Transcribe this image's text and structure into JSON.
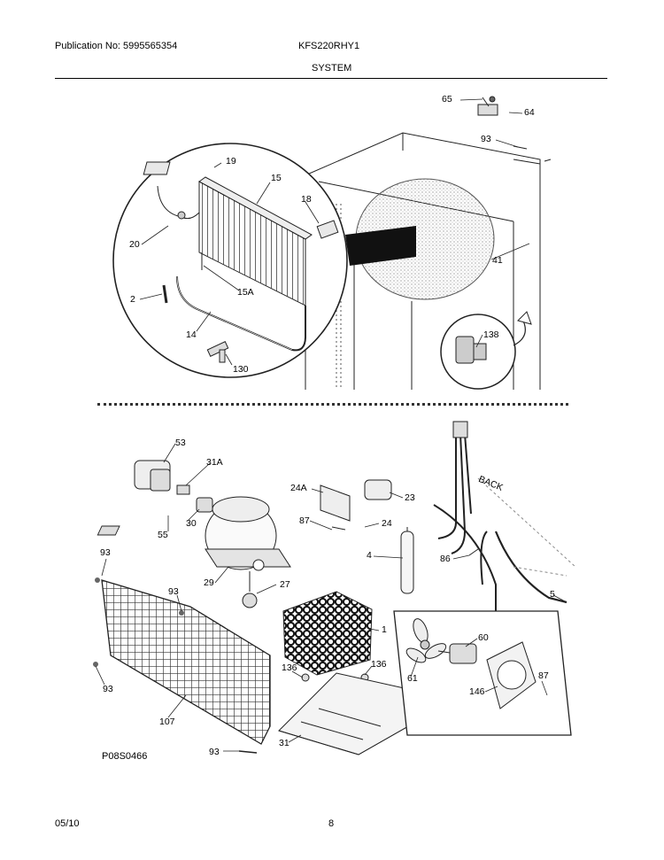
{
  "header": {
    "publication": "Publication No: 5995565354",
    "model": "KFS220RHY1",
    "section": "SYSTEM"
  },
  "upper_callouts": [
    "65",
    "64",
    "93",
    "19",
    "15",
    "18",
    "20",
    "2",
    "15A",
    "14",
    "130",
    "41",
    "138"
  ],
  "lower_callouts": [
    "53",
    "31A",
    "24A",
    "23",
    "87",
    "24",
    "30",
    "55",
    "BACK",
    "93",
    "4",
    "86",
    "29",
    "27",
    "93",
    "5",
    "1",
    "60",
    "136",
    "136",
    "61",
    "87",
    "146",
    "93",
    "107",
    "31",
    "93"
  ],
  "figure_id": "P08S0466",
  "footer": {
    "date": "05/10",
    "page": "8"
  }
}
